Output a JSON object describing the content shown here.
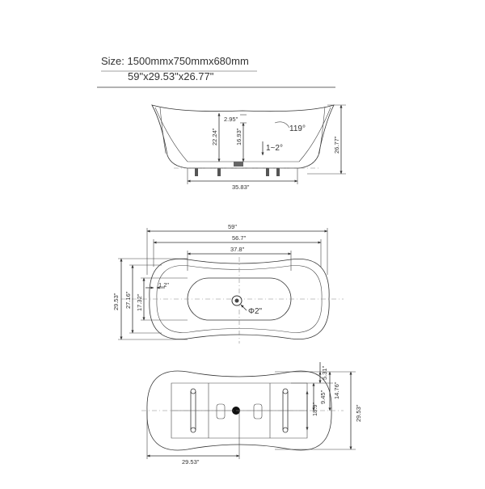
{
  "header": {
    "size_line1": "Size: 1500mmx750mmx680mm",
    "size_line2": "59\"x29.53\"x26.77\""
  },
  "side_view": {
    "d_2_95": "2.95\"",
    "d_22_24": "22.24\"",
    "d_16_93": "16.93\"",
    "angle_119": "119°",
    "slope": "1~2°",
    "d_26_77": "26.77\"",
    "d_35_83": "35.83\""
  },
  "top_view": {
    "d_59": "59\"",
    "d_56_7": "56.7\"",
    "d_37_8": "37.8\"",
    "d_1_2": "1.2\"",
    "d_29_53": "29.53\"",
    "d_27_16": "27.16\"",
    "d_17_32": "17.32\"",
    "drain": "Φ2\""
  },
  "bottom_view": {
    "d_5_31": "5.31\"",
    "d_9_45": "9.45\"",
    "d_14_76": "14.76\"",
    "d_18_9": "18.9\"",
    "d_29_53_right": "29.53\"",
    "d_29_53_bottom": "29.53\""
  }
}
